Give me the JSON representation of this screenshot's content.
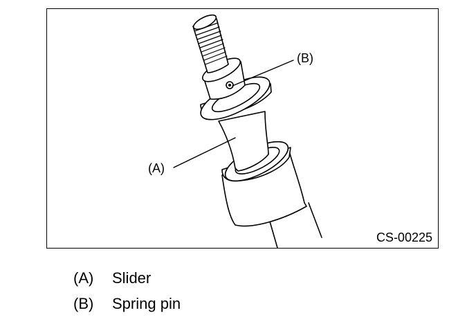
{
  "figure": {
    "id": "CS-00225",
    "callouts": {
      "a": "(A)",
      "b": "(B)"
    }
  },
  "legend": [
    {
      "key": "(A)",
      "text": "Slider"
    },
    {
      "key": "(B)",
      "text": "Spring pin"
    }
  ]
}
